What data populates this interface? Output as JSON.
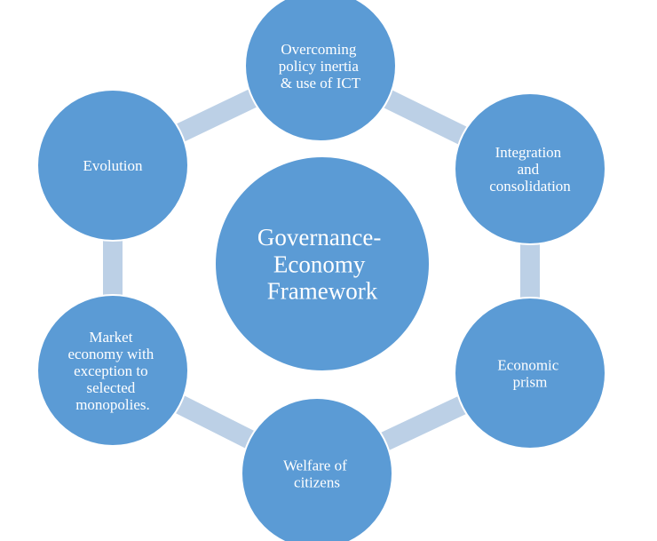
{
  "diagram": {
    "center": {
      "lines": [
        "Governance-",
        "Economy",
        "Framework"
      ]
    },
    "nodes": [
      {
        "id": "ict",
        "lines": [
          "Overcoming",
          "policy inertia",
          "& use of ICT"
        ]
      },
      {
        "id": "integration",
        "lines": [
          "Integration",
          "and",
          "consolidation"
        ]
      },
      {
        "id": "prism",
        "lines": [
          "Economic",
          "prism"
        ]
      },
      {
        "id": "welfare",
        "lines": [
          "Welfare of",
          "citizens"
        ]
      },
      {
        "id": "market",
        "lines": [
          "Market",
          "economy with",
          "exception to",
          "selected",
          "monopolies."
        ]
      },
      {
        "id": "evolution",
        "lines": [
          "Evolution"
        ]
      }
    ],
    "colors": {
      "node_fill": "#5b9bd5",
      "node_stroke": "#ffffff",
      "ring": "#bcd0e6",
      "text": "#ffffff"
    }
  }
}
